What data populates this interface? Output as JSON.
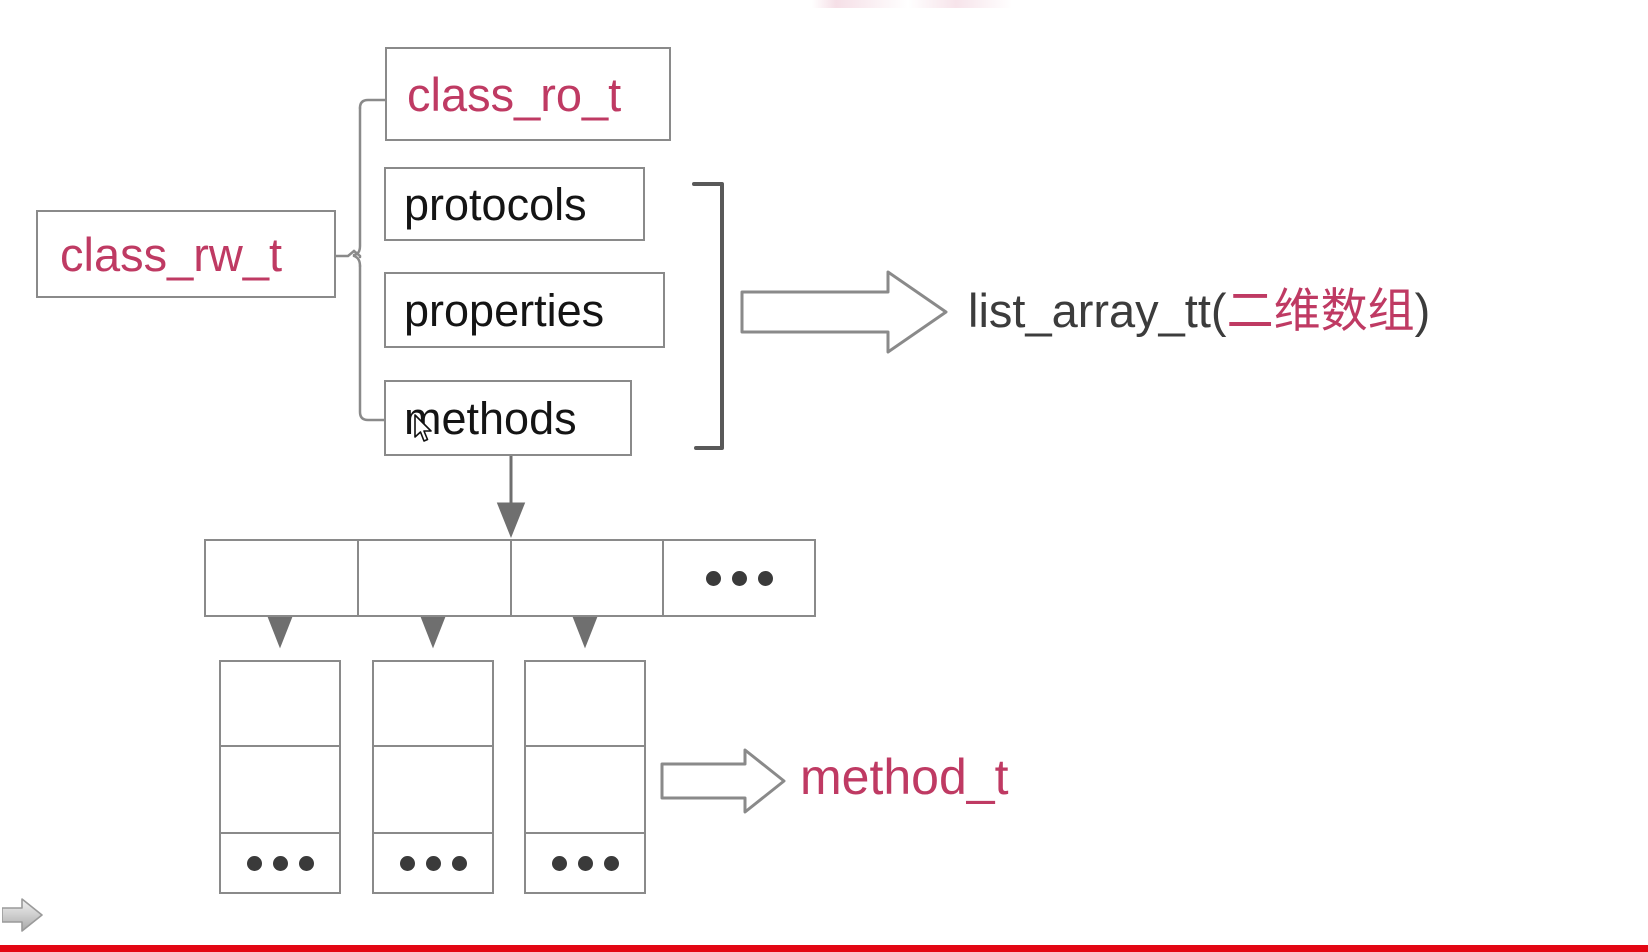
{
  "diagram": {
    "title": "Objective-C class_rw_t structure diagram",
    "colors": {
      "accent_crimson": "#bf3a63",
      "stroke_gray": "#8a8a8a",
      "text_black": "#141414",
      "progress_red": "#e30613"
    },
    "nodes": {
      "class_rw_t": "class_rw_t",
      "class_ro_t": "class_ro_t",
      "protocols": "protocols",
      "properties": "properties",
      "methods": "methods"
    },
    "captions": {
      "list_array_prefix": "list_array_tt(",
      "list_array_cjk": "二维数组",
      "list_array_suffix": ")",
      "method_t": "method_t"
    },
    "array_row": {
      "cells": [
        "",
        "",
        "",
        "•••"
      ],
      "ellipsis": "•••"
    },
    "method_columns": [
      {
        "segments": [
          "",
          "",
          "•••"
        ]
      },
      {
        "segments": [
          "",
          "",
          "•••"
        ]
      },
      {
        "segments": [
          "",
          "",
          "•••"
        ]
      }
    ],
    "icons": {
      "mouse_cursor": "mouse-cursor-icon",
      "player_next": "player-next-arrow-icon",
      "block_arrow_right": "block-arrow-right-icon",
      "curly_brace": "curly-brace-icon"
    }
  }
}
